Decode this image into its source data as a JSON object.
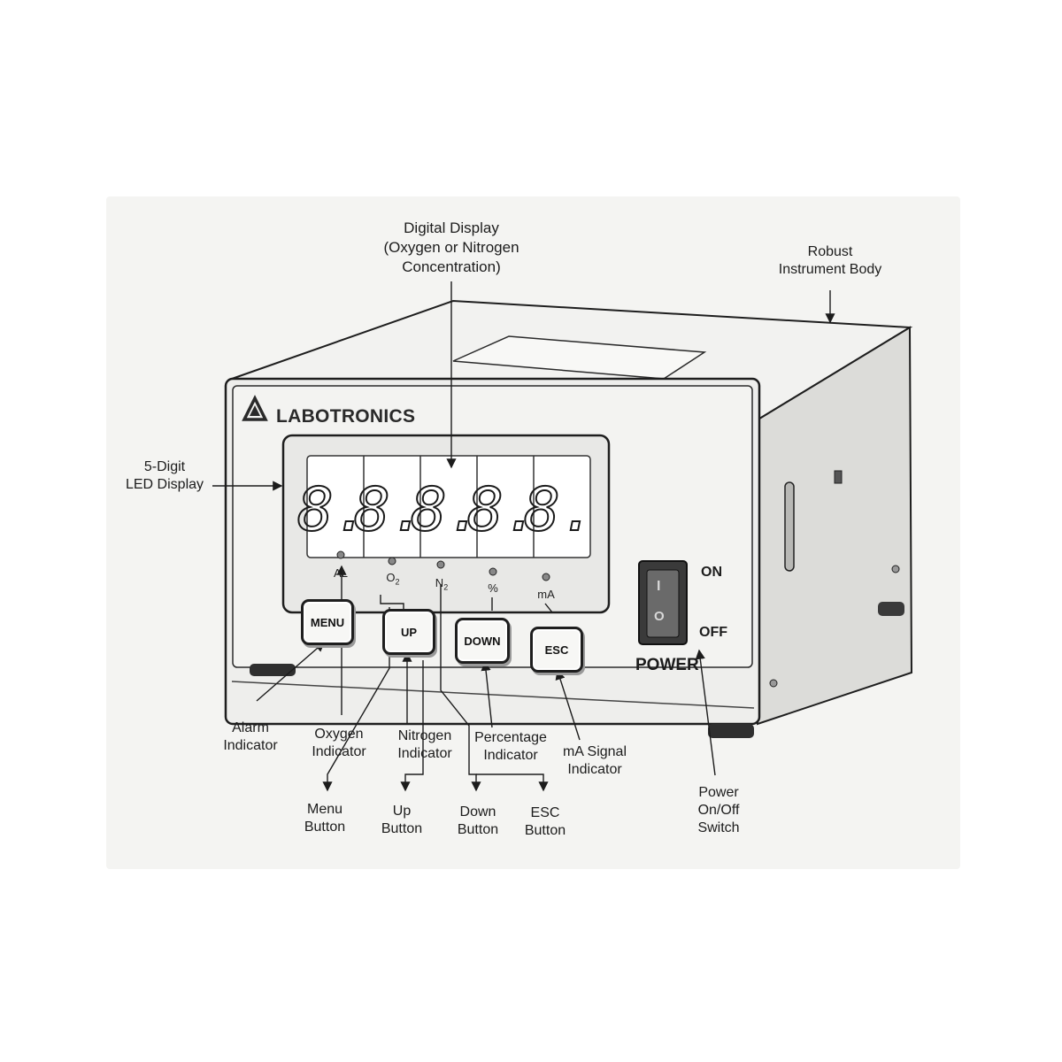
{
  "device": {
    "brand": "LABOTRONICS",
    "digits": [
      "8.",
      "8.",
      "8.",
      "8.",
      "8."
    ],
    "indicators": [
      {
        "key": "al",
        "text": "AL",
        "sub": ""
      },
      {
        "key": "o2",
        "text": "O",
        "sub": "2"
      },
      {
        "key": "n2",
        "text": "N",
        "sub": "2"
      },
      {
        "key": "pct",
        "text": "%",
        "sub": ""
      },
      {
        "key": "ma",
        "text": "mA",
        "sub": ""
      }
    ],
    "buttons": {
      "menu": "MENU",
      "up": "UP",
      "down": "DOWN",
      "esc": "ESC"
    },
    "switch": {
      "on": "ON",
      "off": "OFF",
      "power": "POWER",
      "glyph_on": "I",
      "glyph_off": "O"
    }
  },
  "callouts": {
    "digital_display": "Digital Display\n(Oxygen or Nitrogen\nConcentration)",
    "robust_body": "Robust\nInstrument Body",
    "led_display": "5-Digit\nLED Display",
    "alarm": "Alarm\nIndicator",
    "oxygen": "Oxygen\nIndicator",
    "nitrogen": "Nitrogen\nIndicator",
    "percentage": "Percentage\nIndicator",
    "ma_signal": "mA Signal\nIndicator",
    "power_switch": "Power\nOn/Off\nSwitch",
    "menu_button": "Menu\nButton",
    "up_button": "Up\nButton",
    "down_button": "Down\nButton",
    "esc_button": "ESC\nButton"
  },
  "colors": {
    "ink": "#1c1c1c",
    "body": "#f0f0ee",
    "shade": "#d8d8d5",
    "display_bg": "#ebebea"
  }
}
